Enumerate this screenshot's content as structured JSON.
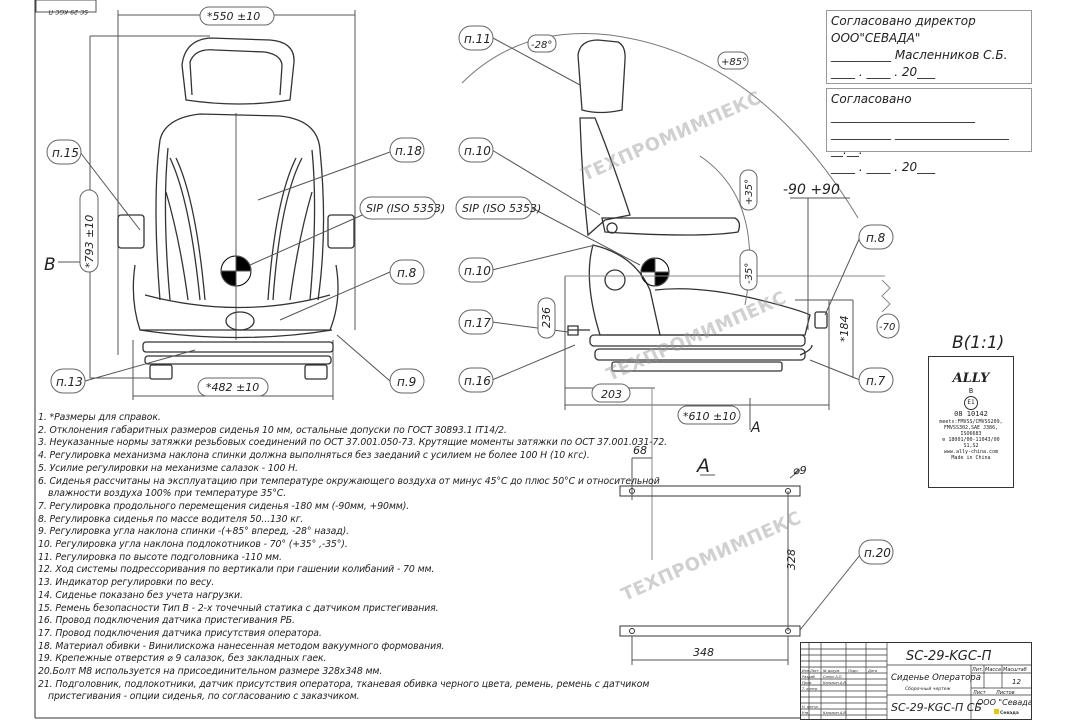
{
  "stamp": "SC-29-KGC-П",
  "front_view": {
    "width_dim": "*550 ±10",
    "height_dim": "*793 ±10",
    "base_width_dim": "*482 ±10",
    "section_label": "B",
    "callouts": [
      "п.15",
      "п.18",
      "SIP (ISO 5353)",
      "п.8",
      "п.13",
      "п.9"
    ]
  },
  "side_view": {
    "callouts": [
      "п.11",
      "п.10",
      "SIP (ISO 5353)",
      "п.10",
      "п.17",
      "п.16",
      "п.8",
      "п.7"
    ],
    "angle_back_rear": "-28°",
    "angle_back_fwd": "+85°",
    "angle_arm_up": "+35°",
    "angle_arm_down": "-35°",
    "slide": "-90  +90",
    "suspension": "-70",
    "height_236": "236",
    "height_184": "*184",
    "dim_203": "203",
    "depth_dim": "*610 ±10",
    "view_label": "A"
  },
  "view_a": {
    "title": "A",
    "dim_68": "68",
    "hole": "⌀9",
    "dim_328": "328",
    "dim_348": "348",
    "callout": "п.20"
  },
  "view_b": {
    "title": "B(1:1)",
    "brand": "ALLY",
    "b": "B",
    "e_mark": "E1",
    "line1": "08 10142",
    "line2": "meets:FMVSS/CMVSS209,",
    "line3": "FMVSS302,SAE J386,",
    "line4": "ISO6683",
    "line5": "⚙ 18001/00-11043/00",
    "line6": "S1,S2",
    "line7": "www.ally-china.com",
    "line8": "Made in China"
  },
  "approval1": {
    "line1": "Согласовано директор ООО\"СЕВАДА\"",
    "line2": "__________ Масленников С.Б.",
    "line3": "____ . ____ . 20___"
  },
  "approval2": {
    "line1": "Согласовано ________________________",
    "line2": "__________ ___________________ __.__.",
    "line3": "____ . ____ . 20___"
  },
  "notes": [
    "1.  *Размеры для справок.",
    "2. Отклонения габаритных размеров сиденья  10 мм, остальные допуски по ГОСТ 30893.1  IT14/2.",
    "3. Неуказанные нормы затяжки резьбовых соединений по ОСТ 37.001.050-73. Крутящие моменты затяжки по ОСТ 37.001.031-72.",
    "4. Регулировка механизма наклона спинки должна выполняться без заеданий с усилием не более 100 Н (10 кгс).",
    "5. Усилие регулировки на механизме салазок - 100 Н.",
    "6. Сиденья рассчитаны на эксплуатацию при температуре окружающего воздуха от минус 45°С до плюс 50°С и относительной",
    "влажности воздуха 100% при температуре 35°С.",
    "7. Регулировка продольного перемещения сиденья -180 мм (-90мм, +90мм).",
    "8. Регулировка сиденья по массе водителя 50...130 кг.",
    "9. Регулировка угла наклона спинки -(+85° вперед, -28° назад).",
    "10. Регулировка угла наклона подлокотников - 70° (+35° ,-35°).",
    "11. Регулировка по высоте подголовника -110 мм.",
    "12. Ход системы подрессоривания по вертикали при гашении колибаний - 70 мм.",
    "13. Индикатор регулировки по весу.",
    "14. Сиденье показано без учета нагрузки.",
    "15. Ремень безопасности Тип В - 2-х точечный статика с датчиком пристегивания.",
    "16. Провод подключения датчика пристегивания РБ.",
    "17. Провод подключения датчика присутствия оператора.",
    "18. Материал обивки - Винилискожа нанесенная методом вакуумного формования.",
    "19. Крепежные отверстия ⌀ 9 салазок, без закладных гаек.",
    "20.Болт М8 используется на присоединительном размере 328х348 мм.",
    "21. Подголовник, подлокотники, датчик присутствия оператора, тканевая обивка черного цвета,  ремень, ремень с датчиком",
    "пристегивания - опции сиденья, по согласованию с заказчиком."
  ],
  "title_block": {
    "code": "SC-29-KGC-П",
    "name": "Сиденье Оператора",
    "doc_type": "Сборочный чертеж",
    "code_sb": "SC-29-KGC-П СБ",
    "company": "ООО \"Севада\"",
    "logo_text": "Севада",
    "scale": "12",
    "col_lit": "Лит.",
    "col_mass": "Масса",
    "col_scale": "Масштаб",
    "sheet": "Лист",
    "sheets": "Листов",
    "rows": [
      "Изм.",
      "Лист",
      "№ докум.",
      "Подп.",
      "Дата"
    ],
    "r_razrab": "Разраб.",
    "r_prov": "Пров.",
    "r_tkontr": "Т. контр.",
    "r_nkontr": "Н. контр.",
    "r_utv": "Утв.",
    "n1": "Сипко А.П.",
    "n2": "Кальпин А.В.",
    "n3": "Кальпин А.В."
  },
  "watermark": "ТЕХПРОМИМПЕКС"
}
